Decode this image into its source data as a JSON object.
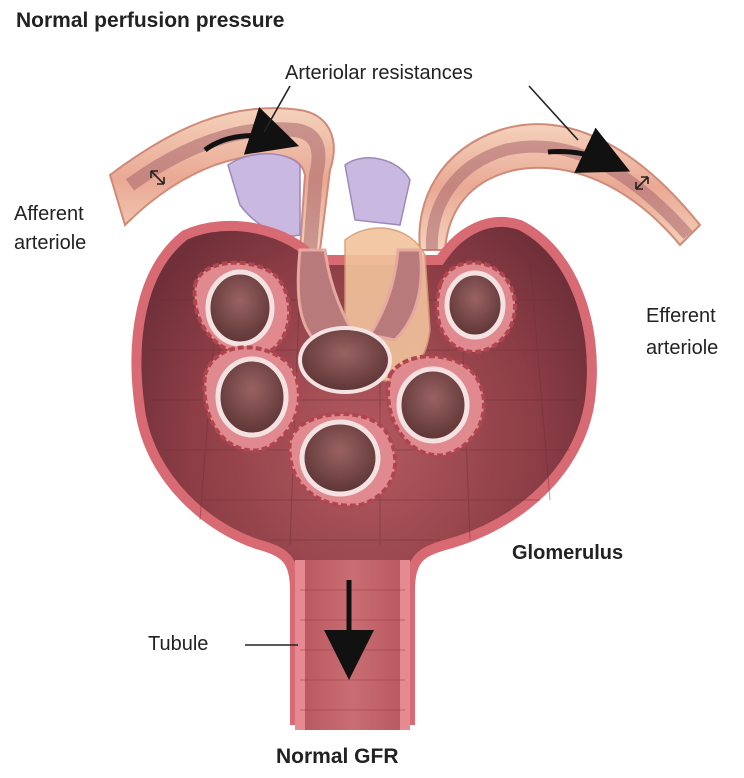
{
  "title": "Normal perfusion pressure",
  "bottom_label": "Normal GFR",
  "labels": {
    "arteriolar_resistances": "Arteriolar resistances",
    "afferent_line1": "Afferent",
    "afferent_line2": "arteriole",
    "efferent_line1": "Efferent",
    "efferent_line2": "arteriole",
    "glomerulus": "Glomerulus",
    "tubule": "Tubule"
  },
  "colors": {
    "capsule_wall": "#d86a74",
    "capsule_inner": "#8e3f46",
    "vessel_outer": "#f2c3a8",
    "vessel_inner": "#a8686e",
    "macula_densa": "#c9b8df",
    "mesangium": "#f1c39c",
    "capillary_lumen": "#7c4a4a",
    "arrow": "#111111"
  }
}
